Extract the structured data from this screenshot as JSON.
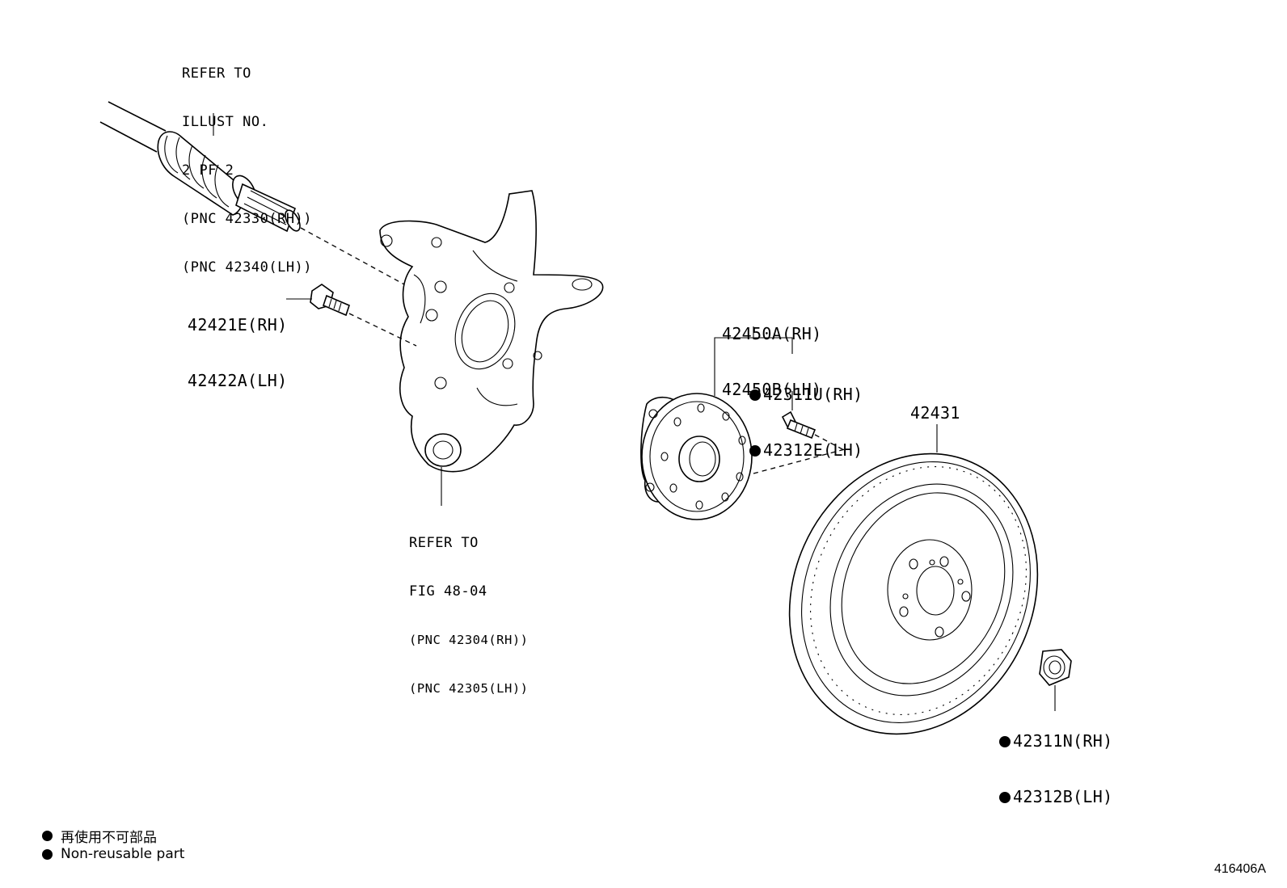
{
  "callouts": {
    "driveshaft_ref": [
      "REFER TO",
      "ILLUST NO.",
      "2 PF 2",
      "(PNC 42330(RH))",
      "(PNC 42340(LH))"
    ],
    "bolt": [
      "42421E(RH)",
      "42422A(LH)"
    ],
    "hub_assembly": [
      "42450A(RH)",
      "42450B(LH)"
    ],
    "hub_bolt": [
      "42311U(RH)",
      "42312E(LH)"
    ],
    "disc": "42431",
    "knuckle_ref": [
      "REFER TO",
      "FIG 48-04",
      "(PNC 42304(RH))",
      "(PNC 42305(LH))"
    ],
    "nut": [
      "42311N(RH)",
      "42312B(LH)"
    ]
  },
  "legend": {
    "japanese": "再使用不可部品",
    "english": "Non-reusable part"
  },
  "figure_number": "416406A",
  "parts": [
    {
      "icon": "drive-shaft-icon"
    },
    {
      "icon": "steering-knuckle-icon"
    },
    {
      "icon": "flange-bolt-icon"
    },
    {
      "icon": "hub-bearing-icon"
    },
    {
      "icon": "hub-bolt-icon"
    },
    {
      "icon": "brake-disc-icon"
    },
    {
      "icon": "hub-nut-icon"
    }
  ]
}
